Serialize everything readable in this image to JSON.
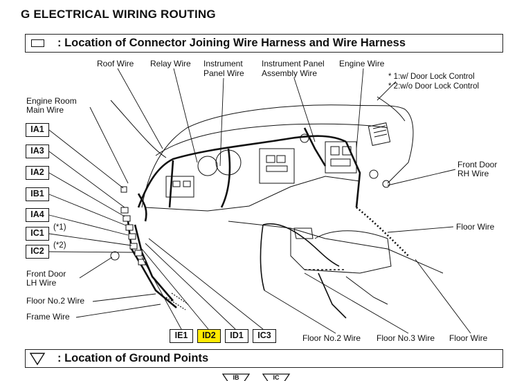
{
  "header": {
    "title": "G  ELECTRICAL WIRING ROUTING"
  },
  "section_connectors": {
    "title": ": Location of Connector Joining Wire Harness and Wire Harness"
  },
  "section_ground": {
    "title": ": Location of Ground Points"
  },
  "labels": {
    "roof_wire": "Roof Wire",
    "relay_wire": "Relay Wire",
    "instrument_panel_wire_1": "Instrument",
    "instrument_panel_wire_2": "Panel Wire",
    "ip_assembly_wire_1": "Instrument Panel",
    "ip_assembly_wire_2": "Assembly Wire",
    "engine_wire": "Engine Wire",
    "engine_room_main_1": "Engine Room",
    "engine_room_main_2": "Main Wire",
    "front_door_rh_1": "Front Door",
    "front_door_rh_2": "RH Wire",
    "floor_wire_right": "Floor Wire",
    "front_door_lh_1": "Front Door",
    "front_door_lh_2": "LH Wire",
    "floor_no2_wire_left": "Floor No.2 Wire",
    "frame_wire": "Frame Wire",
    "floor_no2_wire_bottom": "Floor No.2 Wire",
    "floor_no3_wire_bottom": "Floor No.3 Wire",
    "floor_wire_bottom": "Floor Wire"
  },
  "notes": {
    "note1": "* 1:w/ Door Lock Control",
    "note2": "* 2:w/o Door Lock Control",
    "ic1_mark": "(*1)",
    "ic2_mark": "(*2)"
  },
  "connectors_left": [
    "IA1",
    "IA3",
    "IA2",
    "IB1",
    "IA4",
    "IC1",
    "IC2"
  ],
  "connectors_bottom": [
    {
      "code": "IE1",
      "highlighted": false
    },
    {
      "code": "ID2",
      "highlighted": true
    },
    {
      "code": "ID1",
      "highlighted": false
    },
    {
      "code": "IC3",
      "highlighted": false
    }
  ],
  "ground_tabs": [
    "IB",
    "IC"
  ],
  "colors": {
    "highlight": "#ffea00",
    "line": "#111111"
  }
}
